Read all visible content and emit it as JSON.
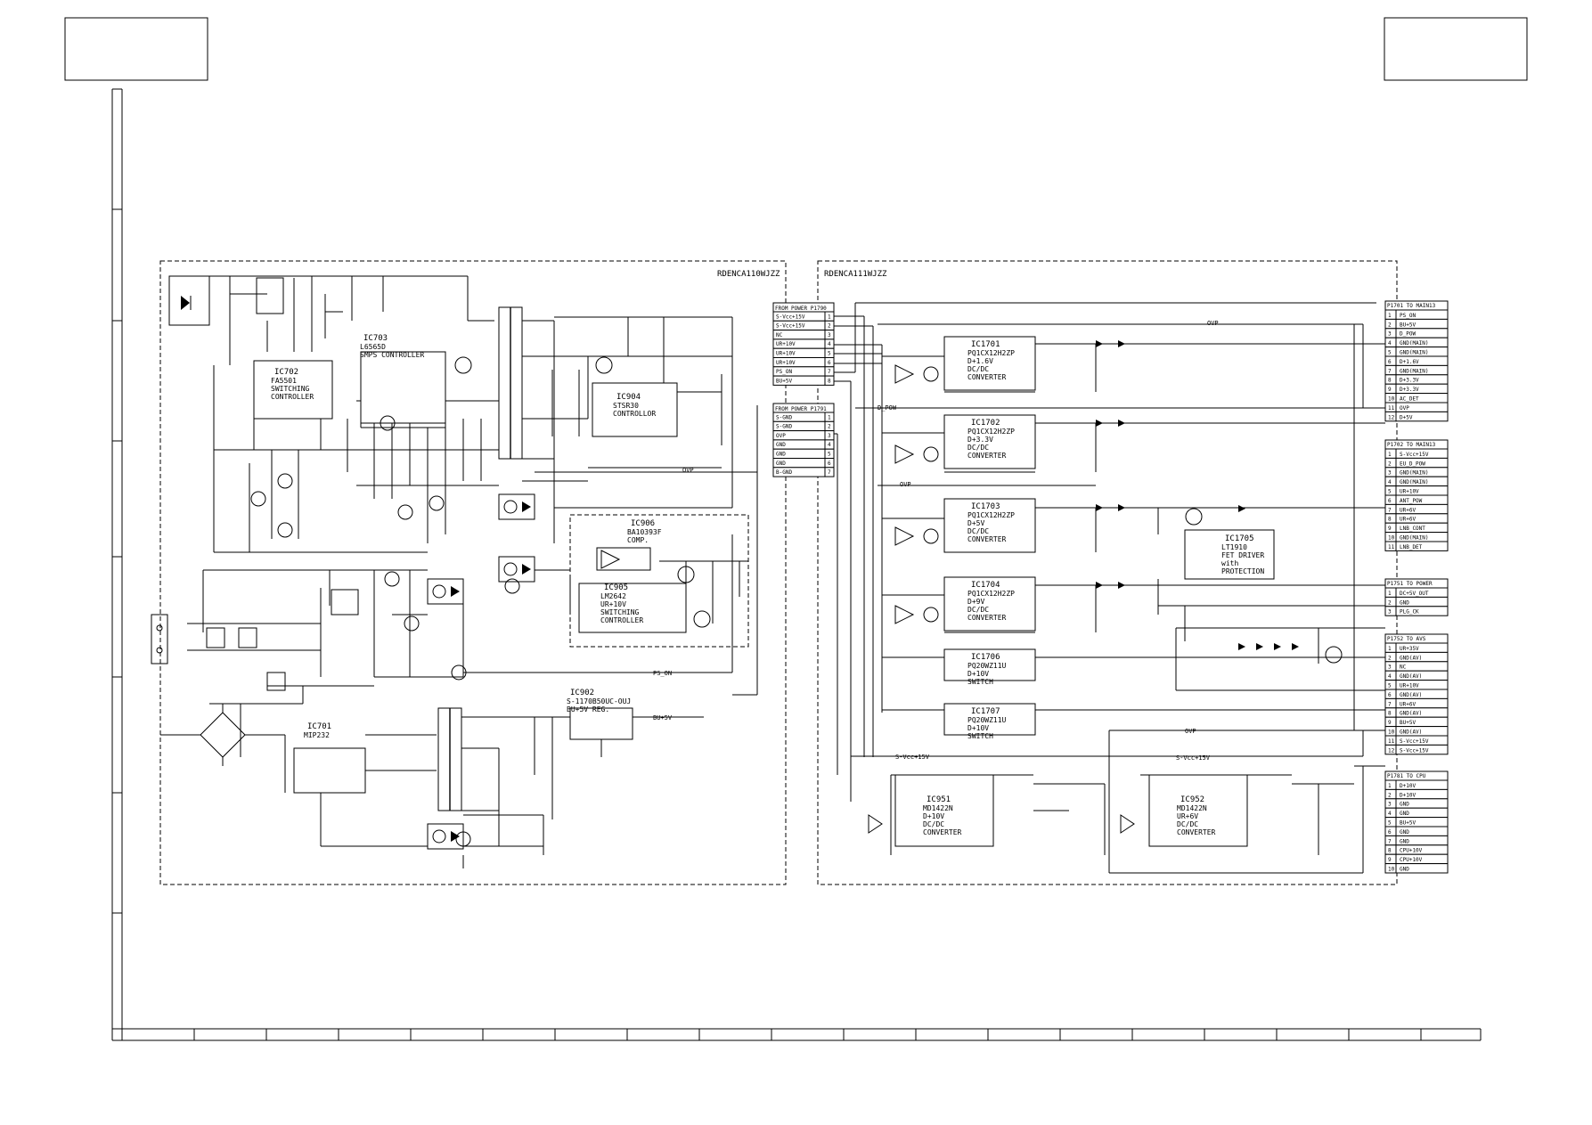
{
  "boards": {
    "left": "RDENCA110WJZZ",
    "right": "RDENCA111WJZZ"
  },
  "ics": [
    {
      "ref": "IC703",
      "lines": [
        "L6565D",
        "SMPS CONTROLLER"
      ]
    },
    {
      "ref": "IC702",
      "lines": [
        "FA5501",
        "SWITCHING",
        "CONTROLLER"
      ]
    },
    {
      "ref": "IC904",
      "lines": [
        "STSR30",
        "CONTROLLOR"
      ]
    },
    {
      "ref": "IC906",
      "lines": [
        "BA10393F",
        "COMP."
      ]
    },
    {
      "ref": "IC905",
      "lines": [
        "LM2642",
        "UR+10V",
        "SWITCHING",
        "CONTROLLER"
      ]
    },
    {
      "ref": "IC902",
      "lines": [
        "S-1170B50UC-OUJ",
        "BU+5V REG."
      ]
    },
    {
      "ref": "IC701",
      "lines": [
        "MIP232"
      ]
    },
    {
      "ref": "IC1701",
      "lines": [
        "PQ1CX12H2ZP",
        "D+1.6V",
        "DC/DC",
        "CONVERTER"
      ]
    },
    {
      "ref": "IC1702",
      "lines": [
        "PQ1CX12H2ZP",
        "D+3.3V",
        "DC/DC",
        "CONVERTER"
      ]
    },
    {
      "ref": "IC1703",
      "lines": [
        "PQ1CX12H2ZP",
        "D+5V",
        "DC/DC",
        "CONVERTER"
      ]
    },
    {
      "ref": "IC1704",
      "lines": [
        "PQ1CX12H2ZP",
        "D+9V",
        "DC/DC",
        "CONVERTER"
      ]
    },
    {
      "ref": "IC1706",
      "lines": [
        "PQ20WZ11U",
        "D+10V",
        "SWITCH"
      ]
    },
    {
      "ref": "IC1707",
      "lines": [
        "PQ20WZ11U",
        "D+10V",
        "SWITCH"
      ]
    },
    {
      "ref": "IC1705",
      "lines": [
        "LT1910",
        "FET DRIVER",
        "with",
        "PROTECTION"
      ]
    },
    {
      "ref": "IC951",
      "lines": [
        "MD1422N",
        "D+10V",
        "DC/DC",
        "CONVERTER"
      ]
    },
    {
      "ref": "IC952",
      "lines": [
        "MD1422N",
        "UR+6V",
        "DC/DC",
        "CONVERTER"
      ]
    }
  ],
  "p1790": {
    "title": "FROM POWER  P1790",
    "pins": [
      "S-Vcc+15V",
      "S-Vcc+15V",
      "NC",
      "UR+10V",
      "UR+10V",
      "UR+10V",
      "PS_ON",
      "BU+5V"
    ]
  },
  "p1791": {
    "title": "FROM POWER  P1791",
    "pins": [
      "S-GND",
      "S-GND",
      "OVP",
      "GND",
      "GND",
      "GND",
      "B-GND"
    ]
  },
  "p1701": {
    "title": "P1701  TO MAIN13",
    "pins": [
      "PS_ON",
      "BU+5V",
      "D_POW",
      "GND(MAIN)",
      "GND(MAIN)",
      "D+1.6V",
      "GND(MAIN)",
      "D+3.3V",
      "D+3.3V",
      "AC_DET",
      "OVP",
      "D+5V"
    ]
  },
  "p1702": {
    "title": "P1702  TO MAIN13",
    "pins": [
      "S-Vcc+15V",
      "EU_D_POW",
      "GND(MAIN)",
      "GND(MAIN)",
      "UR+10V",
      "ANT_POW",
      "UR+6V",
      "UR+6V",
      "LNB_CONT",
      "GND(MAIN)",
      "LNB_DET"
    ]
  },
  "p1751": {
    "title": "P1751  TO POWER",
    "pins": [
      "DC+5V_OUT",
      "GND",
      "PLG_CK"
    ]
  },
  "p1752": {
    "title": "P1752  TO AVS",
    "pins": [
      "UR+35V",
      "GND(AV)",
      "NC",
      "GND(AV)",
      "UR+10V",
      "GND(AV)",
      "UR+6V",
      "GND(AV)",
      "BU+5V",
      "GND(AV)",
      "S-Vcc+15V",
      "S-Vcc+15V"
    ]
  },
  "p1781": {
    "title": "P1781  TO CPU",
    "pins": [
      "D+10V",
      "D+10V",
      "GND",
      "GND",
      "BU+5V",
      "GND",
      "GND",
      "CPU+10V",
      "CPU+10V",
      "GND"
    ]
  },
  "nets": [
    "OVP",
    "D_POW",
    "PS_ON",
    "BU+5V",
    "S-Vcc+15V"
  ],
  "title_boxes": [
    "",
    ""
  ]
}
